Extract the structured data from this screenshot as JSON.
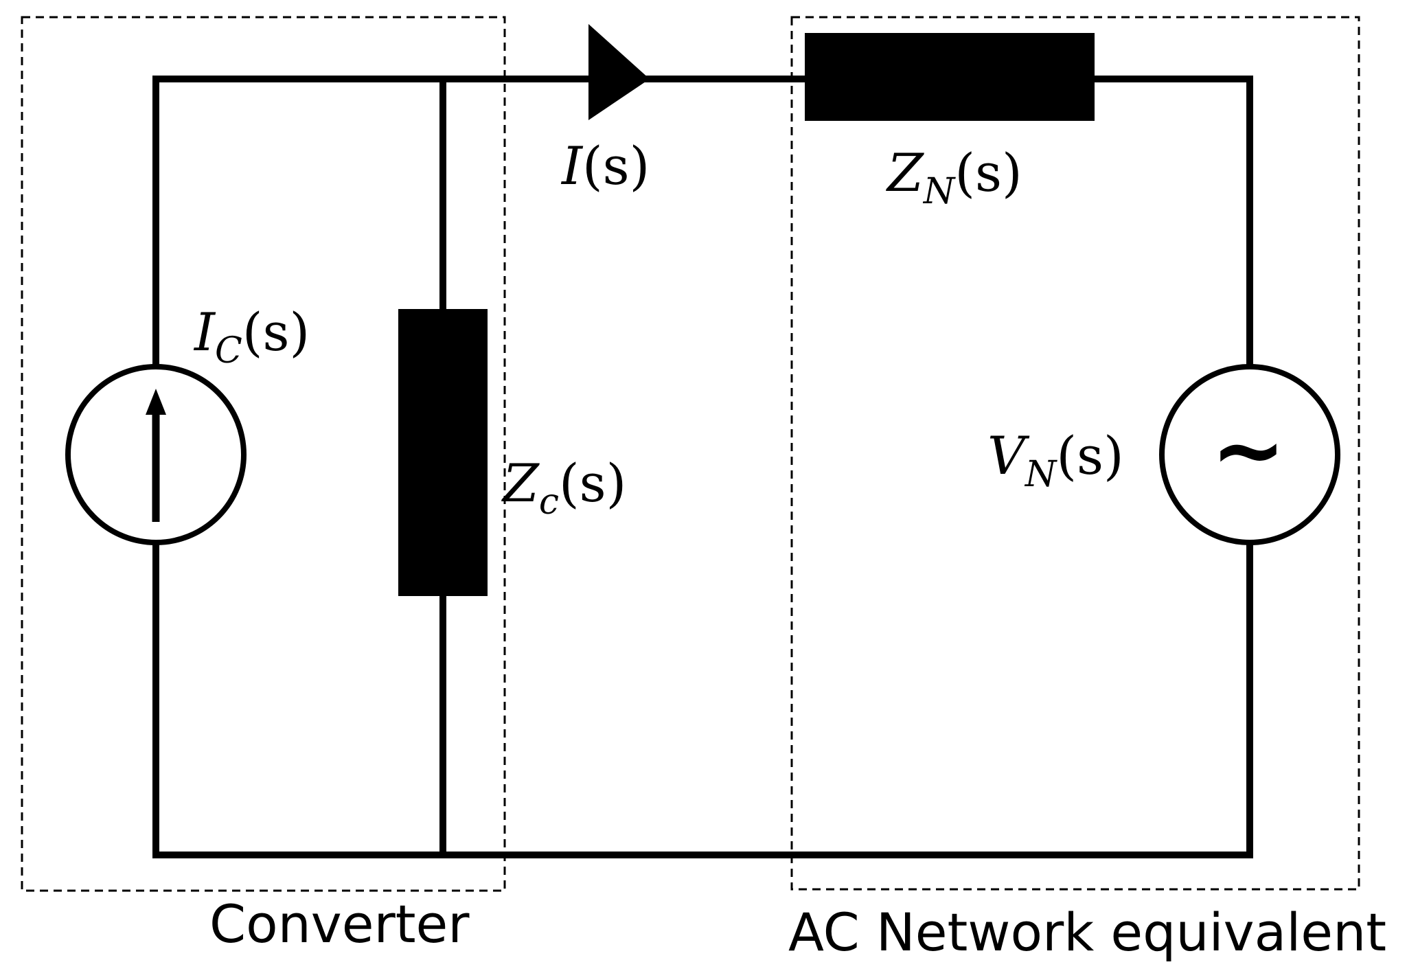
{
  "labels": {
    "current_source": {
      "symbol": "I",
      "subscript": "C",
      "arg": "(s)"
    },
    "converter_impedance": {
      "symbol": "Z",
      "subscript": "c",
      "arg": "(s)"
    },
    "line_current": {
      "symbol": "I",
      "arg": "(s)"
    },
    "network_impedance": {
      "symbol": "Z",
      "subscript": "N",
      "arg": "(s)"
    },
    "network_voltage": {
      "symbol": "V",
      "subscript": "N",
      "arg": "(s)"
    }
  },
  "voltage_source_glyph": "∼",
  "captions": {
    "converter": "Converter",
    "network": "AC Network equivalent"
  }
}
